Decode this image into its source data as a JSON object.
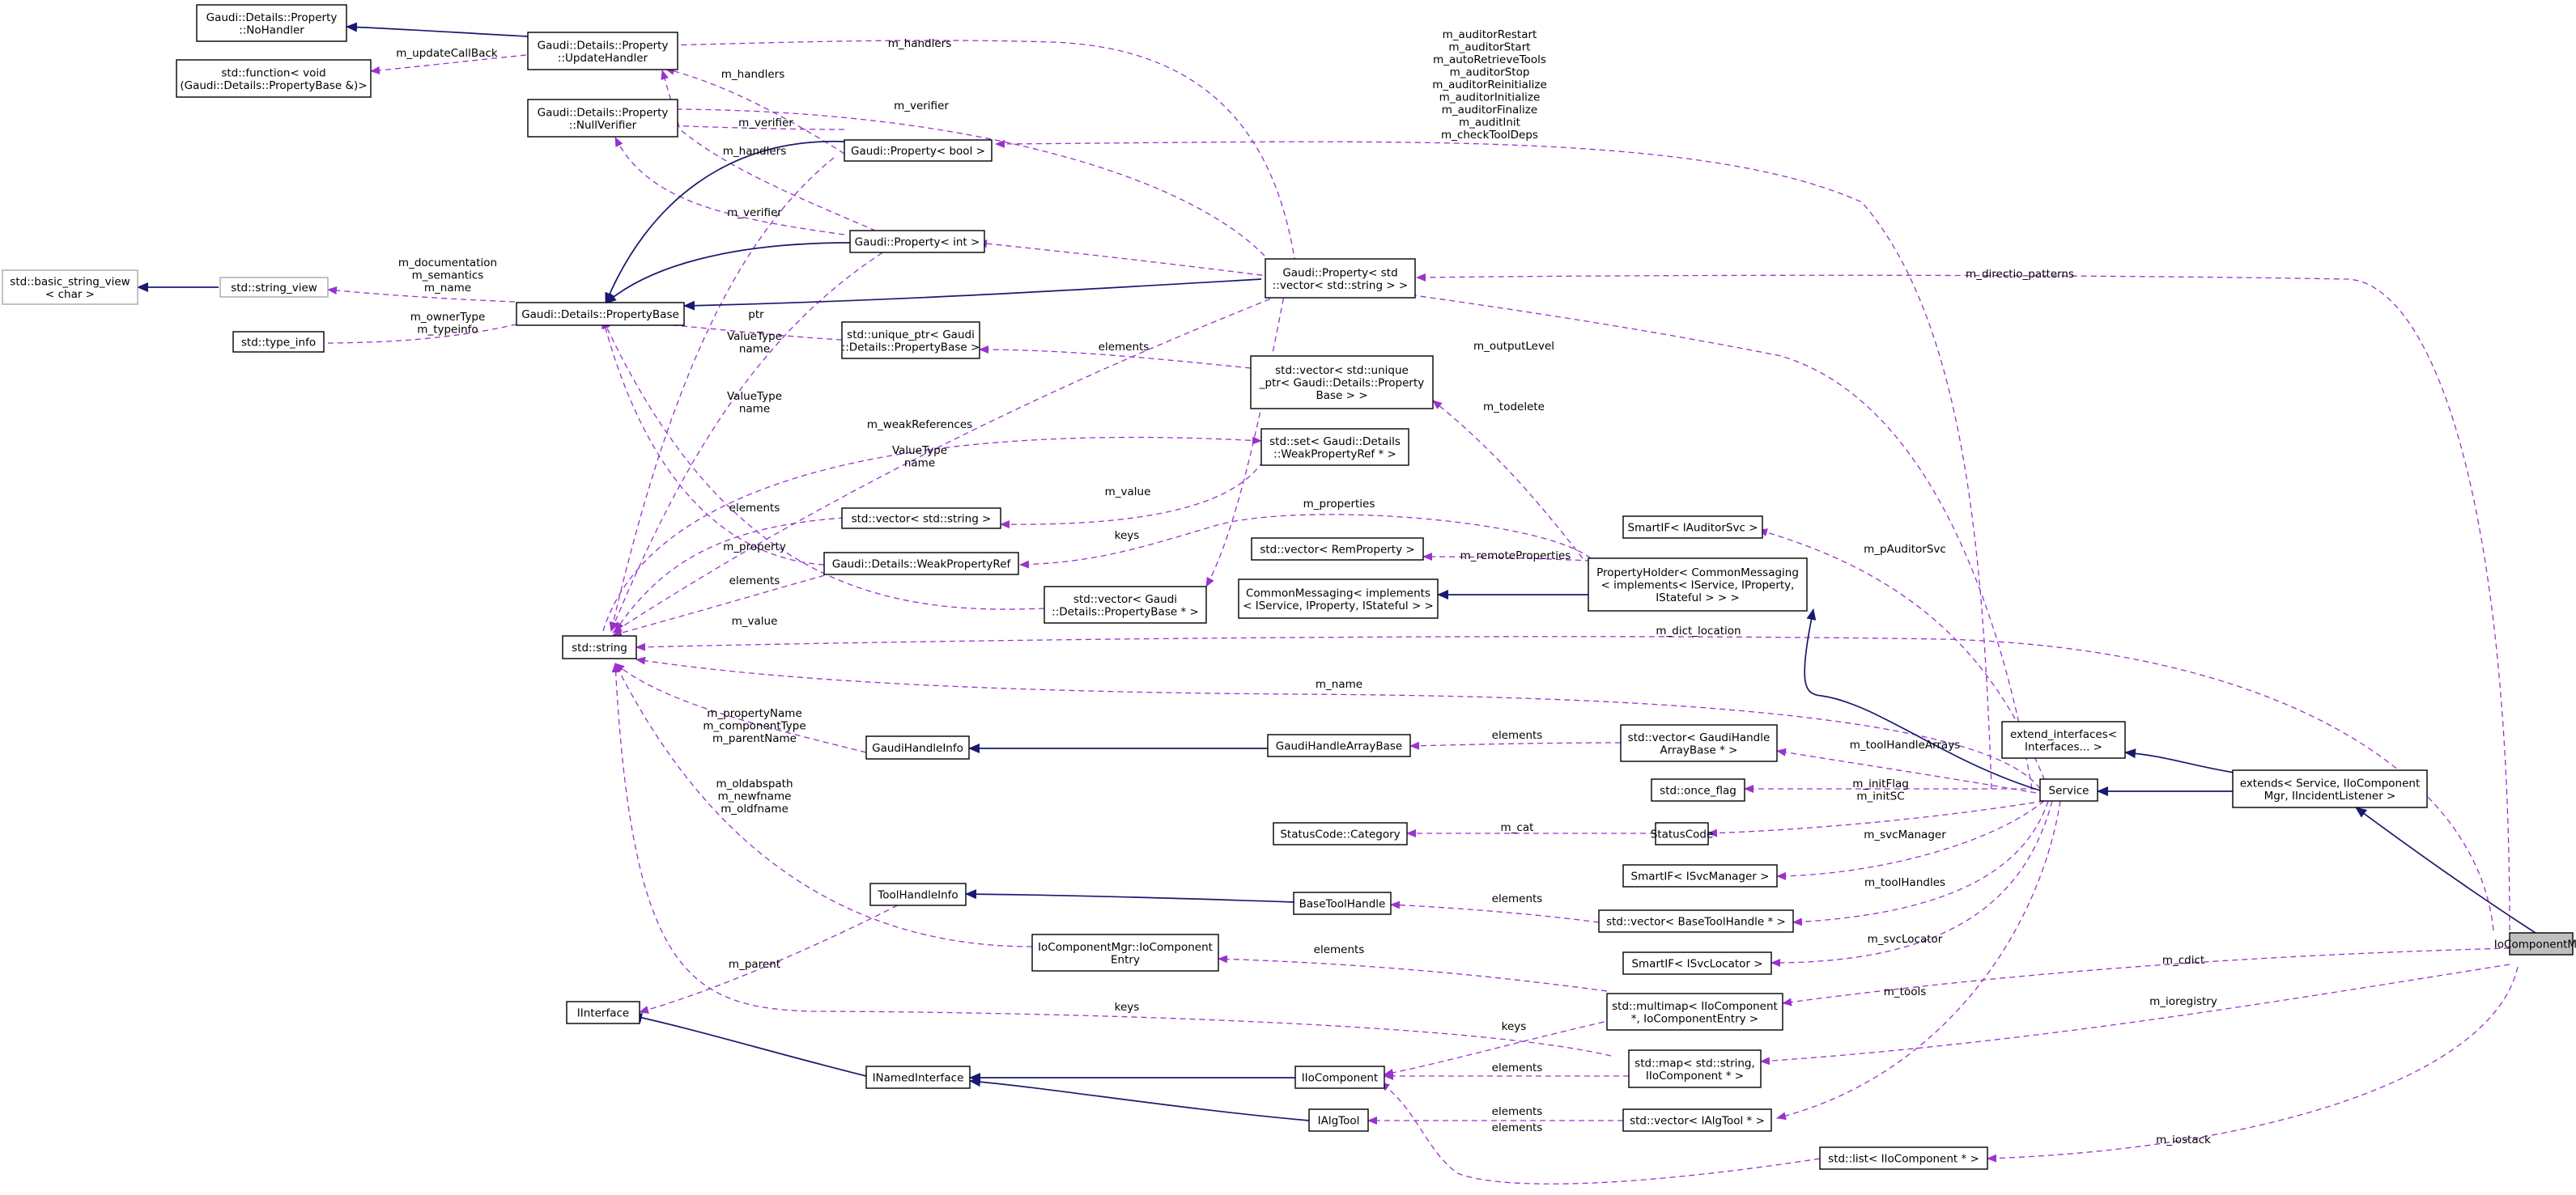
{
  "diagram": {
    "colors": {
      "usage_edge": "#9a32cd",
      "inheritance_edge": "#191970",
      "highlight_fill": "#bfbfbf",
      "box_stroke": "#000000",
      "grey_box_stroke": "#a8a8a8"
    },
    "nodes": [
      {
        "id": "noHandler",
        "lines": [
          "Gaudi::Details::Property",
          "::NoHandler"
        ]
      },
      {
        "id": "stdFunction",
        "lines": [
          "std::function< void",
          "(Gaudi::Details::PropertyBase &)>"
        ]
      },
      {
        "id": "updateHandler",
        "lines": [
          "Gaudi::Details::Property",
          "::UpdateHandler"
        ]
      },
      {
        "id": "nullVerifier",
        "lines": [
          "Gaudi::Details::Property",
          "::NullVerifier"
        ]
      },
      {
        "id": "basicStringView",
        "lines": [
          "std::basic_string_view",
          "< char >"
        ]
      },
      {
        "id": "stringView",
        "lines": [
          "std::string_view"
        ]
      },
      {
        "id": "propertyBase",
        "lines": [
          "Gaudi::Details::PropertyBase"
        ]
      },
      {
        "id": "typeInfo",
        "lines": [
          "std::type_info"
        ]
      },
      {
        "id": "propBool",
        "lines": [
          "Gaudi::Property< bool >"
        ]
      },
      {
        "id": "propInt",
        "lines": [
          "Gaudi::Property< int >"
        ]
      },
      {
        "id": "uniquePtr",
        "lines": [
          "std::unique_ptr< Gaudi",
          "::Details::PropertyBase >"
        ]
      },
      {
        "id": "propVecStr",
        "lines": [
          "Gaudi::Property< std",
          "::vector< std::string > >"
        ]
      },
      {
        "id": "vecUniquePtr",
        "lines": [
          "std::vector< std::unique",
          "_ptr< Gaudi::Details::Property",
          "Base > >"
        ]
      },
      {
        "id": "setWeakRef",
        "lines": [
          "std::set< Gaudi::Details",
          "::WeakPropertyRef * >"
        ]
      },
      {
        "id": "vecString",
        "lines": [
          "std::vector< std::string >"
        ]
      },
      {
        "id": "weakPropRef",
        "lines": [
          "Gaudi::Details::WeakPropertyRef"
        ]
      },
      {
        "id": "vecPropBase",
        "lines": [
          "std::vector< Gaudi",
          "::Details::PropertyBase * >"
        ]
      },
      {
        "id": "stdString",
        "lines": [
          "std::string"
        ]
      },
      {
        "id": "smartAuditor",
        "lines": [
          "SmartIF< IAuditorSvc >"
        ]
      },
      {
        "id": "vecRemProp",
        "lines": [
          "std::vector< RemProperty >"
        ]
      },
      {
        "id": "commonMessaging",
        "lines": [
          "CommonMessaging< implements",
          "< IService, IProperty, IStateful > >"
        ]
      },
      {
        "id": "propertyHolder",
        "lines": [
          "PropertyHolder< CommonMessaging",
          "< implements< IService, IProperty,",
          "IStateful > > >"
        ]
      },
      {
        "id": "extendInterfaces",
        "lines": [
          "extend_interfaces<",
          "Interfaces... >"
        ]
      },
      {
        "id": "gaudiHandleInfo",
        "lines": [
          "GaudiHandleInfo"
        ]
      },
      {
        "id": "gaudiHandleArrayBase",
        "lines": [
          "GaudiHandleArrayBase"
        ]
      },
      {
        "id": "vecGaudiHandleArr",
        "lines": [
          "std::vector< GaudiHandle",
          "ArrayBase * >"
        ]
      },
      {
        "id": "onceFlag",
        "lines": [
          "std::once_flag"
        ]
      },
      {
        "id": "service",
        "lines": [
          "Service"
        ]
      },
      {
        "id": "extendsService",
        "lines": [
          "extends< Service, IIoComponent",
          "Mgr, IIncidentListener >"
        ]
      },
      {
        "id": "statusCategory",
        "lines": [
          "StatusCode::Category"
        ]
      },
      {
        "id": "statusCode",
        "lines": [
          "StatusCode"
        ]
      },
      {
        "id": "smartSvcMgr",
        "lines": [
          "SmartIF< ISvcManager >"
        ]
      },
      {
        "id": "toolHandleInfo",
        "lines": [
          "ToolHandleInfo"
        ]
      },
      {
        "id": "baseToolHandle",
        "lines": [
          "BaseToolHandle"
        ]
      },
      {
        "id": "vecBaseToolHandle",
        "lines": [
          "std::vector< BaseToolHandle * >"
        ]
      },
      {
        "id": "ioCompEntry",
        "lines": [
          "IoComponentMgr::IoComponent",
          "Entry"
        ]
      },
      {
        "id": "smartSvcLocator",
        "lines": [
          "SmartIF< ISvcLocator >"
        ]
      },
      {
        "id": "ioComponentMgr",
        "lines": [
          "IoComponentMgr"
        ]
      },
      {
        "id": "iInterface",
        "lines": [
          "IInterface"
        ]
      },
      {
        "id": "multimap",
        "lines": [
          "std::multimap< IIoComponent",
          "*, IoComponentEntry >"
        ]
      },
      {
        "id": "iNamedInterface",
        "lines": [
          "INamedInterface"
        ]
      },
      {
        "id": "iIoComponent",
        "lines": [
          "IIoComponent"
        ]
      },
      {
        "id": "mapStrIo",
        "lines": [
          "std::map< std::string,",
          "IIoComponent * >"
        ]
      },
      {
        "id": "iAlgTool",
        "lines": [
          "IAlgTool"
        ]
      },
      {
        "id": "vecIAlgTool",
        "lines": [
          "std::vector< IAlgTool * >"
        ]
      },
      {
        "id": "listIIo",
        "lines": [
          "std::list< IIoComponent * >"
        ]
      }
    ],
    "edge_labels": [
      {
        "id": "lbl-updateCallBack",
        "lines": [
          "m_updateCallBack"
        ]
      },
      {
        "id": "lbl-handlers-top",
        "lines": [
          "m_handlers"
        ]
      },
      {
        "id": "lbl-handlers-2",
        "lines": [
          "m_handlers"
        ]
      },
      {
        "id": "lbl-verifier-1",
        "lines": [
          "m_verifier"
        ]
      },
      {
        "id": "lbl-verifier-2",
        "lines": [
          "m_verifier"
        ]
      },
      {
        "id": "lbl-handlers-3",
        "lines": [
          "m_handlers"
        ]
      },
      {
        "id": "lbl-verifier-3",
        "lines": [
          "m_verifier"
        ]
      },
      {
        "id": "lbl-auditors",
        "lines": [
          "m_auditorRestart",
          "m_auditorStart",
          "m_autoRetrieveTools",
          "m_auditorStop",
          "m_auditorReinitialize",
          "m_auditorInitialize",
          "m_auditorFinalize",
          "m_auditInit",
          "m_checkToolDeps"
        ]
      },
      {
        "id": "lbl-documentation",
        "lines": [
          "m_documentation",
          "m_semantics",
          "m_name"
        ]
      },
      {
        "id": "lbl-ownerType",
        "lines": [
          "m_ownerType",
          "m_typeinfo"
        ]
      },
      {
        "id": "lbl-directio",
        "lines": [
          "m_directio_patterns"
        ]
      },
      {
        "id": "lbl-ptr",
        "lines": [
          "ptr"
        ]
      },
      {
        "id": "lbl-valuetype-1",
        "lines": [
          "ValueType",
          "name"
        ]
      },
      {
        "id": "lbl-elements-uptr",
        "lines": [
          "elements"
        ]
      },
      {
        "id": "lbl-outputLevel",
        "lines": [
          "m_outputLevel"
        ]
      },
      {
        "id": "lbl-valuetype-2",
        "lines": [
          "ValueType",
          "name"
        ]
      },
      {
        "id": "lbl-todelete",
        "lines": [
          "m_todelete"
        ]
      },
      {
        "id": "lbl-weakReferences",
        "lines": [
          "m_weakReferences"
        ]
      },
      {
        "id": "lbl-valuetype-3",
        "lines": [
          "ValueType",
          "name"
        ]
      },
      {
        "id": "lbl-value-1",
        "lines": [
          "m_value"
        ]
      },
      {
        "id": "lbl-elements-vecstr",
        "lines": [
          "elements"
        ]
      },
      {
        "id": "lbl-properties",
        "lines": [
          "m_properties"
        ]
      },
      {
        "id": "lbl-property",
        "lines": [
          "m_property"
        ]
      },
      {
        "id": "lbl-keys-1",
        "lines": [
          "keys"
        ]
      },
      {
        "id": "lbl-pAuditorSvc",
        "lines": [
          "m_pAuditorSvc"
        ]
      },
      {
        "id": "lbl-remoteProperties",
        "lines": [
          "m_remoteProperties"
        ]
      },
      {
        "id": "lbl-elements-vecpb",
        "lines": [
          "elements"
        ]
      },
      {
        "id": "lbl-value-2",
        "lines": [
          "m_value"
        ]
      },
      {
        "id": "lbl-dict_location",
        "lines": [
          "m_dict_location"
        ]
      },
      {
        "id": "lbl-name",
        "lines": [
          "m_name"
        ]
      },
      {
        "id": "lbl-propertyName",
        "lines": [
          "m_propertyName",
          "m_componentType",
          "m_parentName"
        ]
      },
      {
        "id": "lbl-elements-gha",
        "lines": [
          "elements"
        ]
      },
      {
        "id": "lbl-toolHandleArrays",
        "lines": [
          "m_toolHandleArrays"
        ]
      },
      {
        "id": "lbl-initFlag",
        "lines": [
          "m_initFlag",
          "m_initSC"
        ]
      },
      {
        "id": "lbl-oldabspath",
        "lines": [
          "m_oldabspath",
          "m_newfname",
          "m_oldfname"
        ]
      },
      {
        "id": "lbl-cat",
        "lines": [
          "m_cat"
        ]
      },
      {
        "id": "lbl-svcManager",
        "lines": [
          "m_svcManager"
        ]
      },
      {
        "id": "lbl-elements-bth",
        "lines": [
          "elements"
        ]
      },
      {
        "id": "lbl-toolHandles",
        "lines": [
          "m_toolHandles"
        ]
      },
      {
        "id": "lbl-svcLocator",
        "lines": [
          "m_svcLocator"
        ]
      },
      {
        "id": "lbl-elements-entry",
        "lines": [
          "elements"
        ]
      },
      {
        "id": "lbl-cdict",
        "lines": [
          "m_cdict"
        ]
      },
      {
        "id": "lbl-parent",
        "lines": [
          "m_parent"
        ]
      },
      {
        "id": "lbl-keys-2",
        "lines": [
          "keys"
        ]
      },
      {
        "id": "lbl-tools",
        "lines": [
          "m_tools"
        ]
      },
      {
        "id": "lbl-ioregistry",
        "lines": [
          "m_ioregistry"
        ]
      },
      {
        "id": "lbl-keys-3",
        "lines": [
          "keys"
        ]
      },
      {
        "id": "lbl-elements-iio",
        "lines": [
          "elements"
        ]
      },
      {
        "id": "lbl-elements-algtool",
        "lines": [
          "elements"
        ]
      },
      {
        "id": "lbl-elements-list",
        "lines": [
          "elements"
        ]
      },
      {
        "id": "lbl-iostack",
        "lines": [
          "m_iostack"
        ]
      }
    ]
  }
}
